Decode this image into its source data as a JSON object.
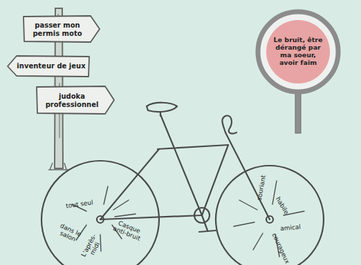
{
  "diagram": {
    "nodes": [
      {
        "text": [
          "passer mon permis moto"
        ]
      },
      {
        "text": [
          "inventeur de jeux"
        ]
      },
      {
        "text": [
          "judoka professionnel"
        ]
      },
      {
        "text": [
          "Le bruit, être dérangé par ma soeur, avoir faim"
        ]
      },
      {
        "text": [
          "tout seul",
          "dans le salon",
          "L'après-midi",
          "Casque anti-bruit"
        ]
      },
      {
        "text": [
          "souriant",
          "habile",
          "amical",
          "courageux"
        ]
      }
    ]
  }
}
